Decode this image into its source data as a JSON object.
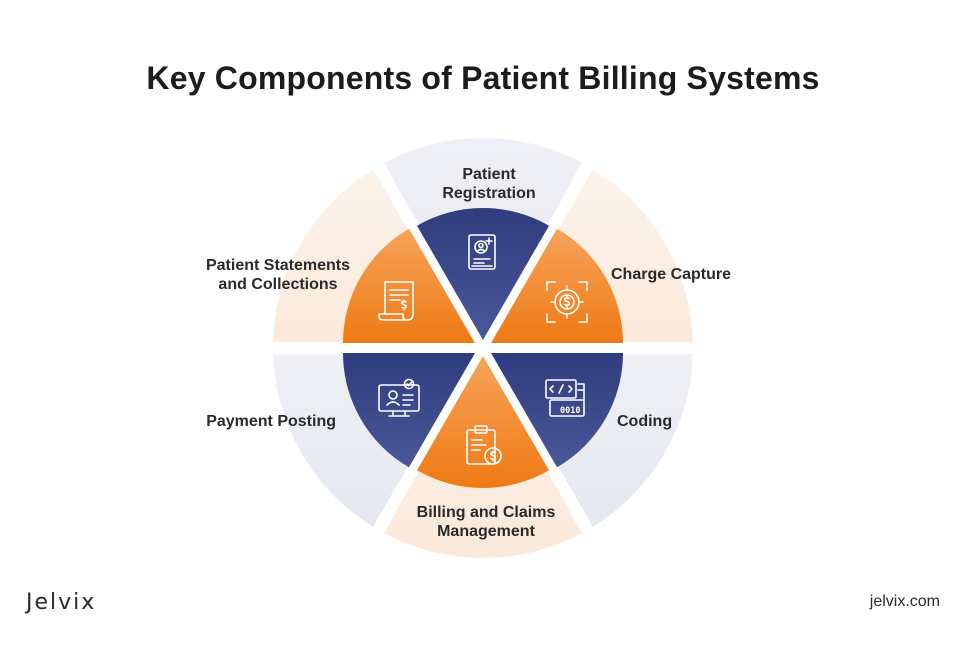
{
  "title": "Key Components of Patient Billing Systems",
  "components": [
    {
      "label_lines": [
        "Patient",
        "Registration"
      ],
      "icon": "patient-id-card-icon",
      "inner_color": "navy"
    },
    {
      "label_lines": [
        "Charge Capture"
      ],
      "icon": "dollar-target-icon",
      "inner_color": "orange"
    },
    {
      "label_lines": [
        "Coding"
      ],
      "icon": "code-screen-icon",
      "inner_color": "navy"
    },
    {
      "label_lines": [
        "Billing and Claims",
        "Management"
      ],
      "icon": "clipboard-dollar-icon",
      "inner_color": "orange"
    },
    {
      "label_lines": [
        "Payment Posting"
      ],
      "icon": "monitor-checkmark-icon",
      "inner_color": "navy"
    },
    {
      "label_lines": [
        "Patient Statements",
        "and Collections"
      ],
      "icon": "receipt-icon",
      "inner_color": "orange"
    }
  ],
  "colors": {
    "navy": "#3e4b8e",
    "orange": "#f07f1d",
    "outer_gray": "#edeef3",
    "outer_cream": "#fdf1e6",
    "title": "#1c1c1c"
  },
  "footer": {
    "brand": "Jelvix",
    "site": "jelvix.com"
  }
}
